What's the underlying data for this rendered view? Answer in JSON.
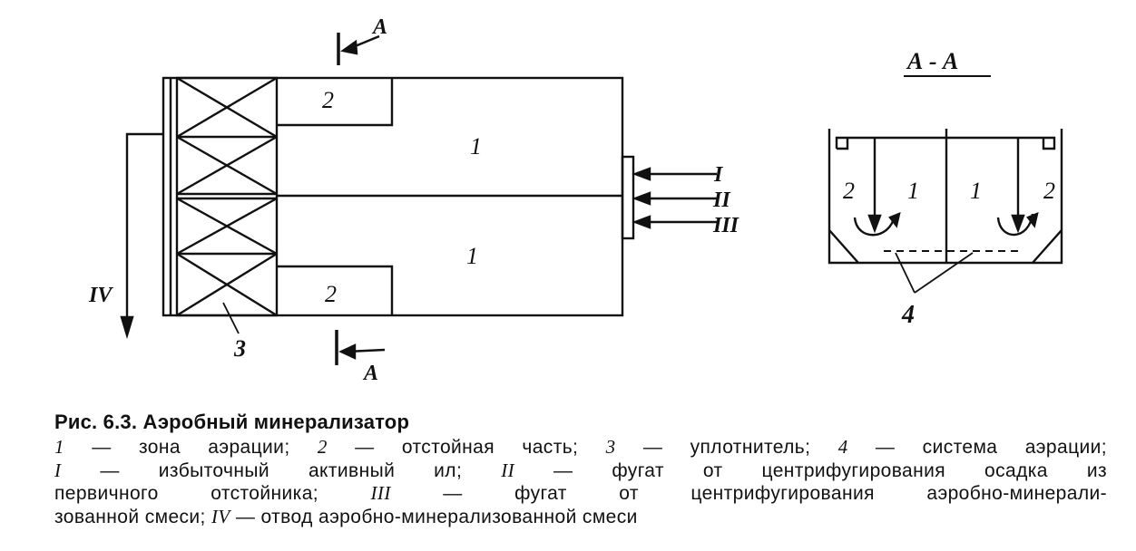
{
  "figure": {
    "plan_labels": {
      "zone_top": "1",
      "zone_bottom": "1",
      "settler_top": "2",
      "settler_bottom": "2",
      "compactor": "3",
      "inflow_1": "I",
      "inflow_2": "II",
      "inflow_3": "III",
      "outflow": "IV",
      "section_mark_top": "A",
      "section_mark_bottom": "A"
    },
    "section": {
      "title": "А - А",
      "zone_left": "1",
      "zone_right": "1",
      "settler_left": "2",
      "settler_right": "2",
      "aeration_label": "4"
    }
  },
  "caption": {
    "title": "Рис. 6.3. Аэробный минерализатор",
    "lines": [
      [
        {
          "t": "1",
          "i": true
        },
        {
          "t": " — зона аэрации; "
        },
        {
          "t": "2",
          "i": true
        },
        {
          "t": " — отстойная часть; "
        },
        {
          "t": "3",
          "i": true
        },
        {
          "t": " — уплотнитель; "
        },
        {
          "t": "4",
          "i": true
        },
        {
          "t": " — система аэрации;"
        }
      ],
      [
        {
          "t": "I",
          "i": true
        },
        {
          "t": " — избыточный активный ил; "
        },
        {
          "t": "II",
          "i": true
        },
        {
          "t": " — фугат от центрифугирования осадка из"
        }
      ],
      [
        {
          "t": "первичного отстойника; "
        },
        {
          "t": "III",
          "i": true
        },
        {
          "t": " — фугат от центрифугирования аэробно-минерали-"
        }
      ],
      [
        {
          "t": "зованной смеси; "
        },
        {
          "t": "IV",
          "i": true
        },
        {
          "t": " — отвод аэробно-минерализованной смеси"
        }
      ]
    ]
  }
}
